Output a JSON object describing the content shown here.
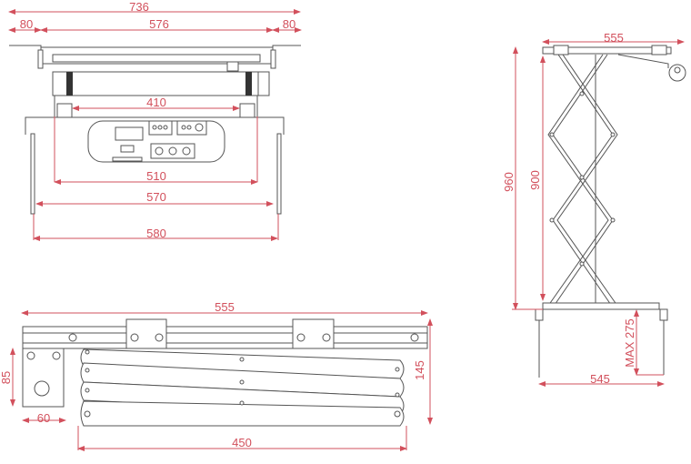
{
  "front_view": {
    "dims": {
      "overall_width": "736",
      "left_flange": "80",
      "inner_width": "576",
      "right_flange": "80",
      "bracket_spacing": "410",
      "panel_width": "510",
      "leg_inner": "570",
      "leg_outer": "580"
    }
  },
  "side_view_collapsed": {
    "dims": {
      "length": "555",
      "carriage_height": "85",
      "carriage_width": "60",
      "collapsed_height": "145",
      "scissor_length": "450"
    }
  },
  "side_view_extended": {
    "dims": {
      "top_length": "555",
      "total_height": "960",
      "scissor_height": "900",
      "leg_extension": "MAX 275",
      "base_width": "545"
    }
  },
  "colors": {
    "dimension": "#d2505c",
    "line": "#555555"
  }
}
